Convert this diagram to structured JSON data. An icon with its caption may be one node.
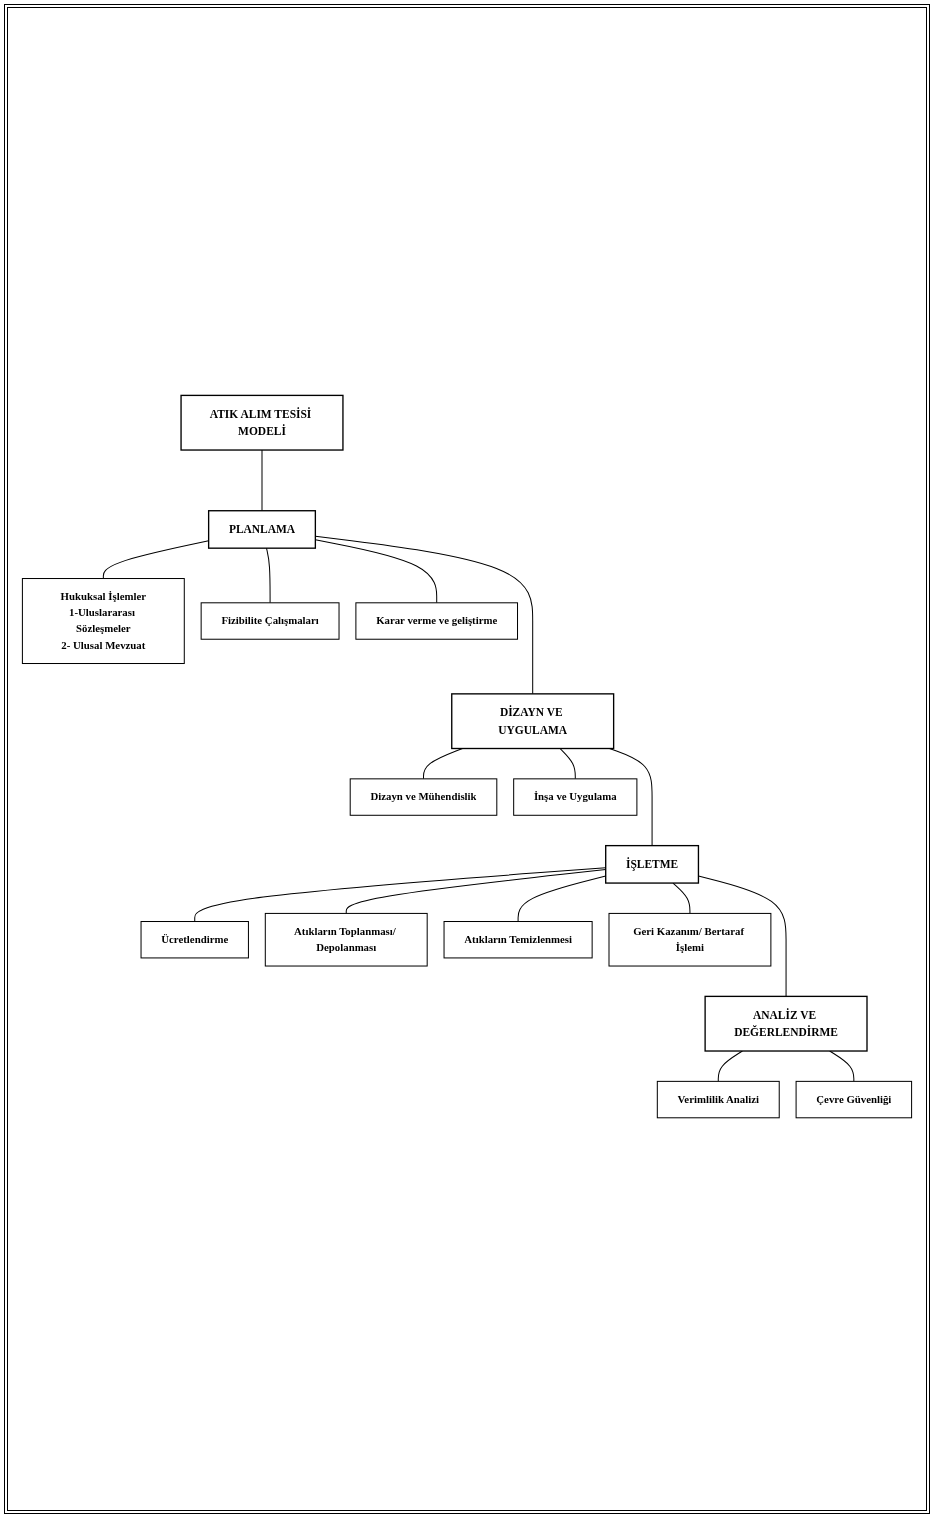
{
  "diagram": {
    "nodes": [
      {
        "text": [
          "ATIK ALIM TESİSİ MODELİ"
        ]
      },
      {
        "text": [
          "PLANLAMA"
        ]
      },
      {
        "text": [
          "Hukuksal İşlemler",
          "1-Uluslararası Sözleşmeler",
          "2- Ulusal Mevzuat"
        ]
      },
      {
        "text": [
          "Fizibilite Çalışmaları"
        ]
      },
      {
        "text": [
          "Karar verme ve geliştirme"
        ]
      },
      {
        "text": [
          "DİZAYN VE UYGULAMA"
        ]
      },
      {
        "text": [
          "Dizayn ve Mühendislik"
        ]
      },
      {
        "text": [
          "İnşa ve Uygulama"
        ]
      },
      {
        "text": [
          "İŞLETME"
        ]
      },
      {
        "text": [
          "Ücretlendirme"
        ]
      },
      {
        "text": [
          "Atıkların Toplanması/ Depolanması"
        ]
      },
      {
        "text": [
          "Atıkların Temizlenmesi"
        ]
      },
      {
        "text": [
          "Geri Kazanım/ Bertaraf İşlemi"
        ]
      },
      {
        "text": [
          "ANALİZ VE DEĞERLENDİRME"
        ]
      },
      {
        "text": [
          "Verimlilik Analizi"
        ]
      },
      {
        "text": [
          "Çevre Güvenliği"
        ]
      }
    ],
    "edges": [
      {
        "from": 0,
        "to": 1,
        "arrow": "none"
      },
      {
        "from": 1,
        "to": 2,
        "arrow": "none"
      },
      {
        "from": 1,
        "to": 3,
        "arrow": "none"
      },
      {
        "from": 1,
        "to": 4,
        "arrow": "none"
      },
      {
        "from": 1,
        "to": 5,
        "arrow": "none"
      },
      {
        "from": 5,
        "to": 6,
        "arrow": "none"
      },
      {
        "from": 5,
        "to": 7,
        "arrow": "none"
      },
      {
        "from": 5,
        "to": 8,
        "arrow": "none"
      },
      {
        "from": 8,
        "to": 9,
        "arrow": "none"
      },
      {
        "from": 8,
        "to": 10,
        "arrow": "none"
      },
      {
        "from": 8,
        "to": 11,
        "arrow": "none"
      },
      {
        "from": 8,
        "to": 12,
        "arrow": "none"
      },
      {
        "from": 8,
        "to": 13,
        "arrow": "none"
      },
      {
        "from": 13,
        "to": 14,
        "arrow": "none"
      },
      {
        "from": 13,
        "to": 15,
        "arrow": "none"
      }
    ]
  }
}
